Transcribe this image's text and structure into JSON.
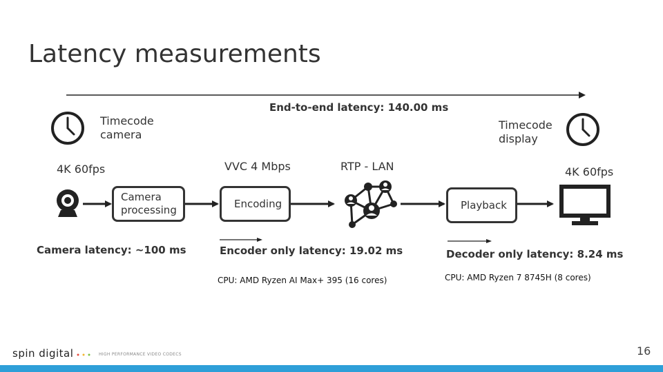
{
  "slide": {
    "title": "Latency measurements",
    "page_number": "16"
  },
  "end_to_end": {
    "label": "End-to-end latency: 140.00 ms"
  },
  "timecode_camera": {
    "label_line1": "Timecode",
    "label_line2": "camera"
  },
  "timecode_display": {
    "label_line1": "Timecode",
    "label_line2": "display"
  },
  "camera": {
    "format": "4K 60fps",
    "latency": "Camera latency: ~100 ms"
  },
  "display": {
    "format": "4K 60fps"
  },
  "stages": {
    "camera_processing": {
      "line1": "Camera",
      "line2": "processing"
    },
    "encoding": {
      "label": "Encoding",
      "codec": "VVC 4 Mbps",
      "latency": "Encoder only latency: 19.02 ms",
      "cpu": "CPU: AMD Ryzen AI Max+ 395 (16 cores)"
    },
    "network": {
      "label": "RTP - LAN"
    },
    "playback": {
      "label": "Playback",
      "latency": "Decoder only latency: 8.24 ms",
      "cpu": "CPU: AMD Ryzen 7 8745H (8 cores)"
    }
  },
  "footer": {
    "brand": "spin digital",
    "tagline": "HIGH PERFORMANCE VIDEO CODECS",
    "bar_color": "#2e9fd8",
    "dot_colors": [
      "#e84c3d",
      "#f2b632",
      "#7cc242"
    ]
  },
  "icons": {
    "clock": "clock-icon",
    "webcam": "webcam-icon",
    "network": "network-icon",
    "monitor": "monitor-icon"
  }
}
